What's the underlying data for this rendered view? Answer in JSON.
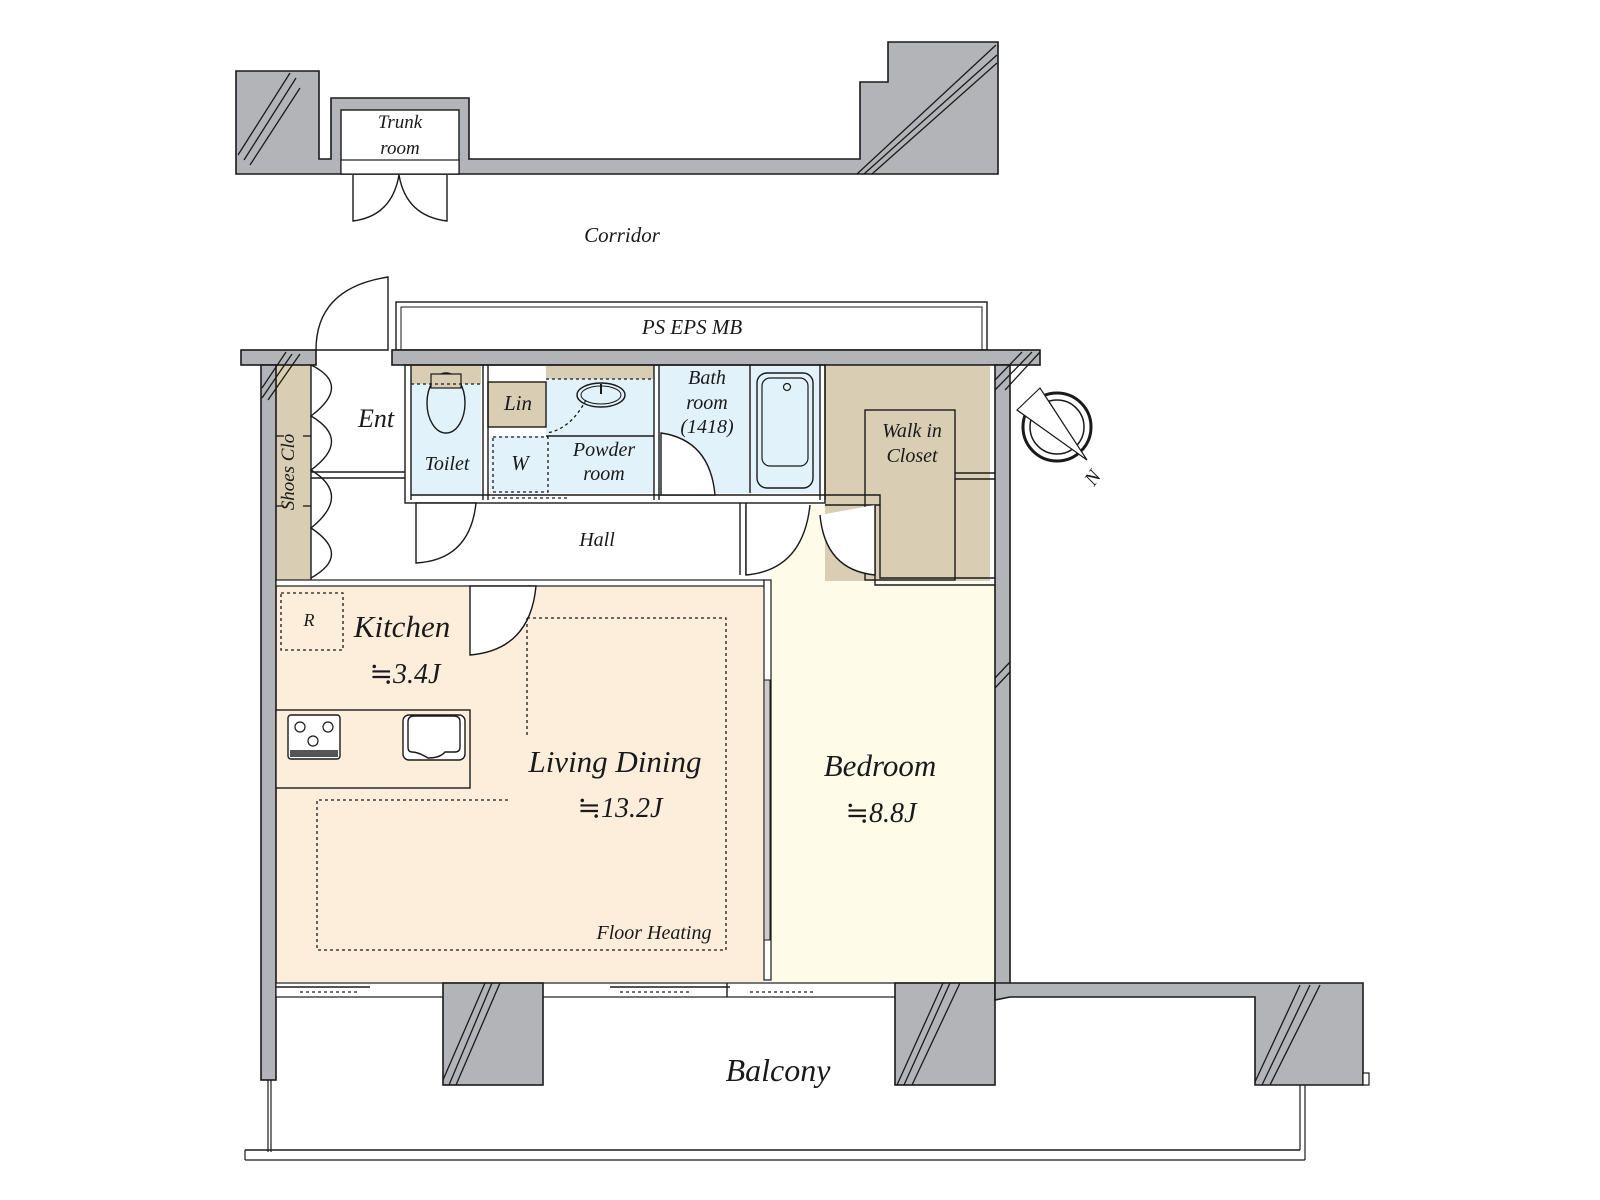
{
  "plan": {
    "colors": {
      "wall": "#b3b4b7",
      "living_dining": "#fdeedb",
      "bedroom": "#fefbe9",
      "wet_area": "#e1f2fb",
      "storage": "#d9ceb4",
      "outline": "#1a1a1a"
    },
    "outside": {
      "trunk_room_line1": "Trunk",
      "trunk_room_line2": "room",
      "corridor": "Corridor",
      "utility": "PS EPS MB",
      "balcony": "Balcony"
    },
    "rooms": {
      "entrance": "Ent",
      "shoes_closet": "Shoes Clo",
      "toilet": "Toilet",
      "linen": "Lin",
      "washer": "W",
      "powder_line1": "Powder",
      "powder_line2": "room",
      "bath_line1": "Bath",
      "bath_line2": "room",
      "bath_line3": "(1418)",
      "walk_in_line1": "Walk in",
      "walk_in_line2": "Closet",
      "hall": "Hall",
      "refrigerator": "R",
      "kitchen": "Kitchen",
      "kitchen_area": "≒3.4J",
      "living_dining": "Living Dining",
      "living_dining_area": "≒13.2J",
      "floor_heating": "Floor Heating",
      "bedroom": "Bedroom",
      "bedroom_area": "≒8.8J"
    },
    "compass": {
      "north_label": "N"
    }
  }
}
